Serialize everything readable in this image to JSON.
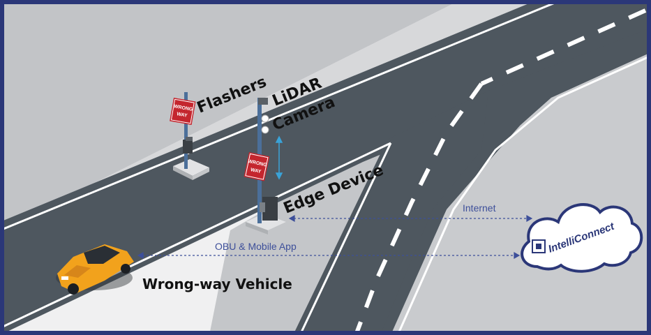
{
  "labels": {
    "flashers": "Flashers",
    "lidar": "LiDAR",
    "camera": "Camera",
    "edge_device": "Edge Device",
    "wrong_way_vehicle": "Wrong-way Vehicle",
    "internet": "Internet",
    "obu_mobile_app": "OBU & Mobile App",
    "cloud_brand": "IntelliConnect"
  },
  "sign": {
    "line1": "WRONG",
    "line2": "WAY"
  },
  "colors": {
    "frame": "#2b3778",
    "road": "#4e575f",
    "shoulder": "#bfc1c4",
    "ground": "#f0f0f1",
    "sign_red": "#c4262e",
    "link_blue": "#3d4f9a",
    "car": "#f2a21c"
  }
}
